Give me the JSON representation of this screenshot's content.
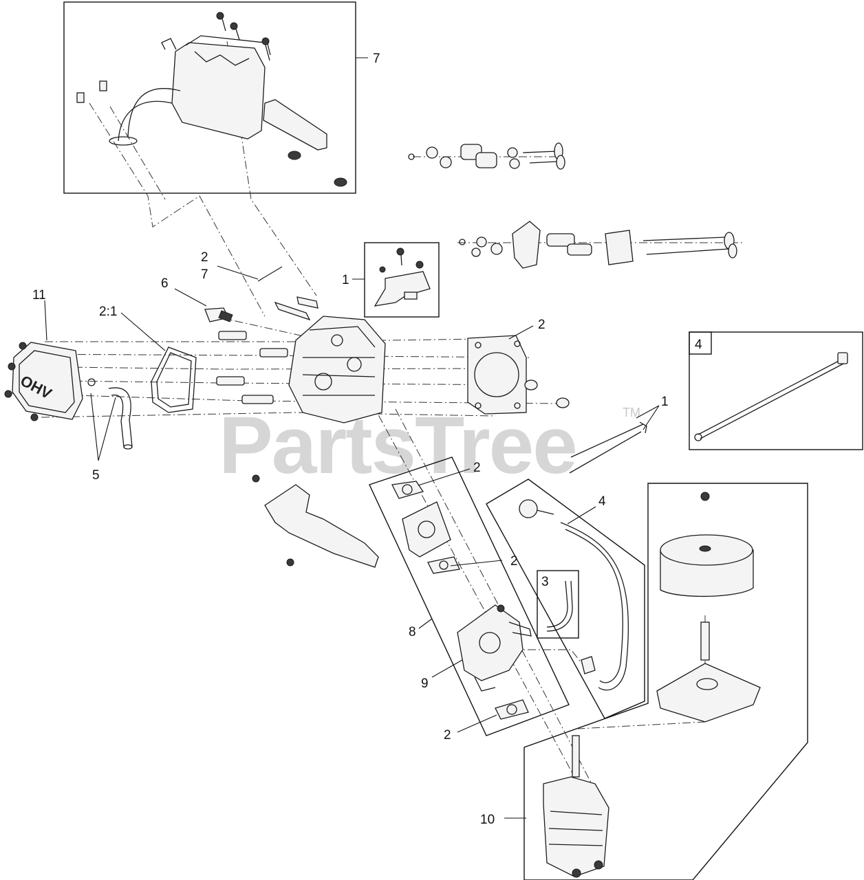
{
  "watermark": {
    "text": "PartsTree",
    "trademark": "TM"
  },
  "valve_cover_marking": "OHV",
  "callouts": {
    "muffler_assembly": "7",
    "stud_top": "2",
    "stud_bottom": "7",
    "choke_bracket": "1",
    "spark_plug": "6",
    "valve_cover": "11",
    "valve_cover_gasket": "2:1",
    "head_gasket": "2",
    "cable_tie_box": "4",
    "throttle_rods": "1",
    "breather_tube": "5",
    "carb_gasket_top": "2",
    "fuel_line": "4",
    "carb_gasket_mid": "2",
    "vent_tube": "3",
    "intake_kit": "8",
    "carburetor": "9",
    "carb_gasket_bottom": "2",
    "air_cleaner": "10"
  }
}
